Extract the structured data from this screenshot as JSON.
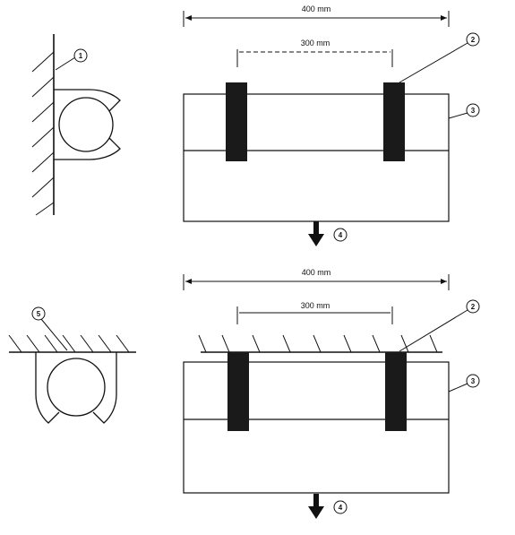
{
  "colors": {
    "ink": "#111111",
    "clip": "#1a1a1a",
    "background": "#ffffff"
  },
  "top": {
    "dimension_overall": "400 mm",
    "dimension_clips": "300 mm",
    "callouts": [
      "1",
      "2",
      "3",
      "4"
    ]
  },
  "bottom": {
    "dimension_overall": "400 mm",
    "dimension_clips": "300 mm",
    "callouts": [
      "5",
      "2",
      "3",
      "4"
    ]
  }
}
